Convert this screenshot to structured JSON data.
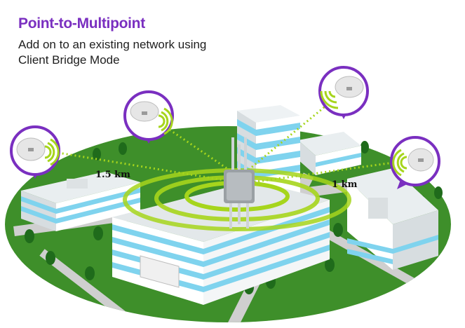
{
  "header": {
    "title": "Point-to-Multipoint",
    "subtitle_line1": "Add on to an existing network using",
    "subtitle_line2": "Client Bridge Mode"
  },
  "labels": {
    "distance_left": "1.5 km",
    "distance_right": "1 km"
  },
  "icons": {
    "client_bridge": "dish-antenna-icon",
    "access_point": "access-point-icon",
    "wireless": "wifi-signal-icon"
  },
  "colors": {
    "accent_purple": "#7a2fc0",
    "signal_green": "#a6d51c",
    "grass": "#3e8f2a",
    "building_blue": "#7fd3ee"
  }
}
